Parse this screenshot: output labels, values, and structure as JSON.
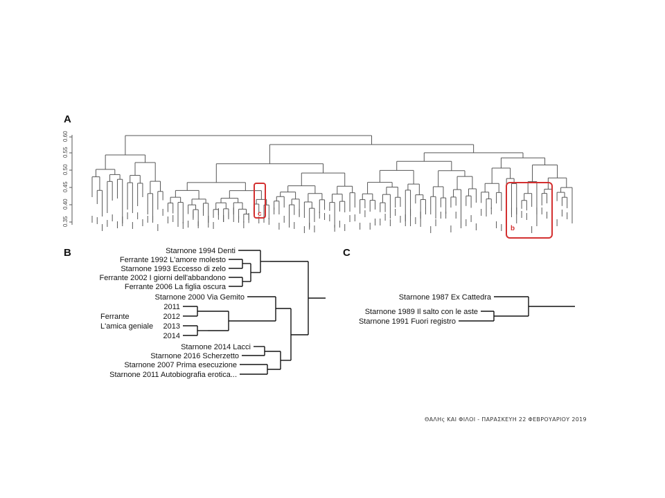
{
  "panelA": {
    "label": "A",
    "y_ticks": [
      "0.60",
      "0.55",
      "0.50",
      "0.45",
      "0.40",
      "0.35"
    ],
    "highlight_c": "c",
    "highlight_b": "b"
  },
  "panelB": {
    "label": "B",
    "leaves": [
      "Starnone 1994 Denti",
      "Ferrante 1992 L'amore molesto",
      "Starnone 1993 Eccesso di zelo",
      "Ferrante 2002 I giorni dell'abbandono",
      "Ferrante 2006 La figlia oscura",
      "Starnone 2000 Via Gemito",
      "2011",
      "2012",
      "2013",
      "2014",
      "Starnone 2014 Lacci",
      "Starnone 2016 Scherzetto",
      "Starnone 2007 Prima esecuzione",
      "Starnone 2011 Autobiografia erotica..."
    ],
    "group_label_1": "Ferrante",
    "group_label_2": "L'amica geniale"
  },
  "panelC": {
    "label": "C",
    "leaves": [
      "Starnone 1987 Ex Cattedra",
      "Starnone 1989 Il salto con le aste",
      "Starnone 1991 Fuori registro"
    ]
  },
  "footer": "ΘΑΛΗς ΚΑΙ ΦΙΛΟΙ - ΠΑΡΑΣΚΕΥΗ 22 ΦΕΒΡΟΥΑΡΙΟΥ 2019"
}
